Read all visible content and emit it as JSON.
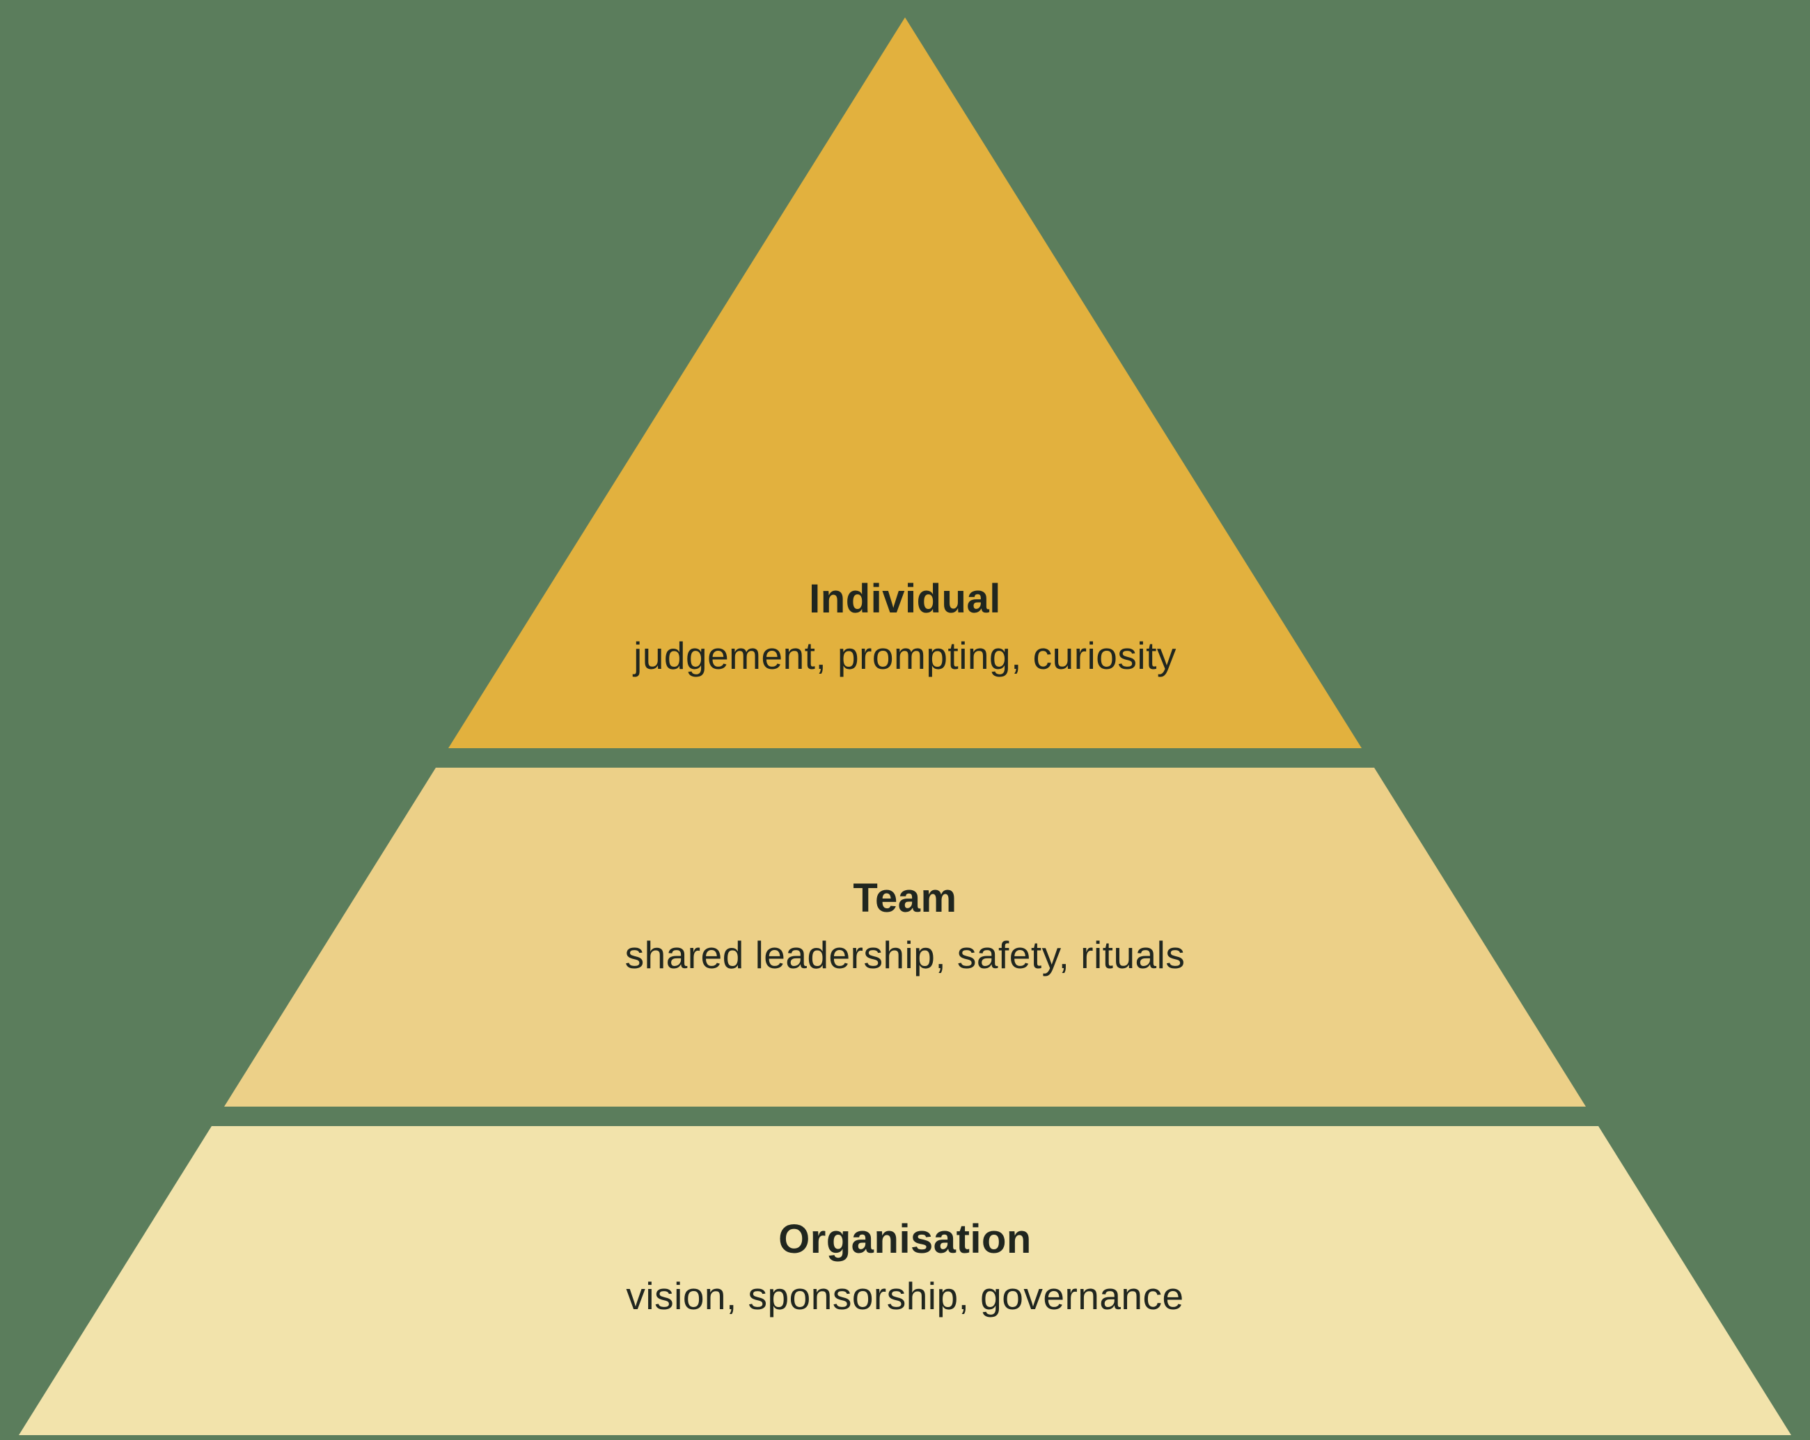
{
  "background_color": "#5b7d5c",
  "text_color": "#20261f",
  "diagram": {
    "type": "pyramid",
    "title": "",
    "tiers": [
      {
        "id": "individual",
        "label": "Individual",
        "sublabel": "judgement, prompting, curiosity",
        "color": "#e2b13e"
      },
      {
        "id": "team",
        "label": "Team",
        "sublabel": "shared leadership, safety, rituals",
        "color": "#ecd088"
      },
      {
        "id": "organisation",
        "label": "Organisation",
        "sublabel": "vision, sponsorship, governance",
        "color": "#f2e3ab"
      }
    ]
  }
}
